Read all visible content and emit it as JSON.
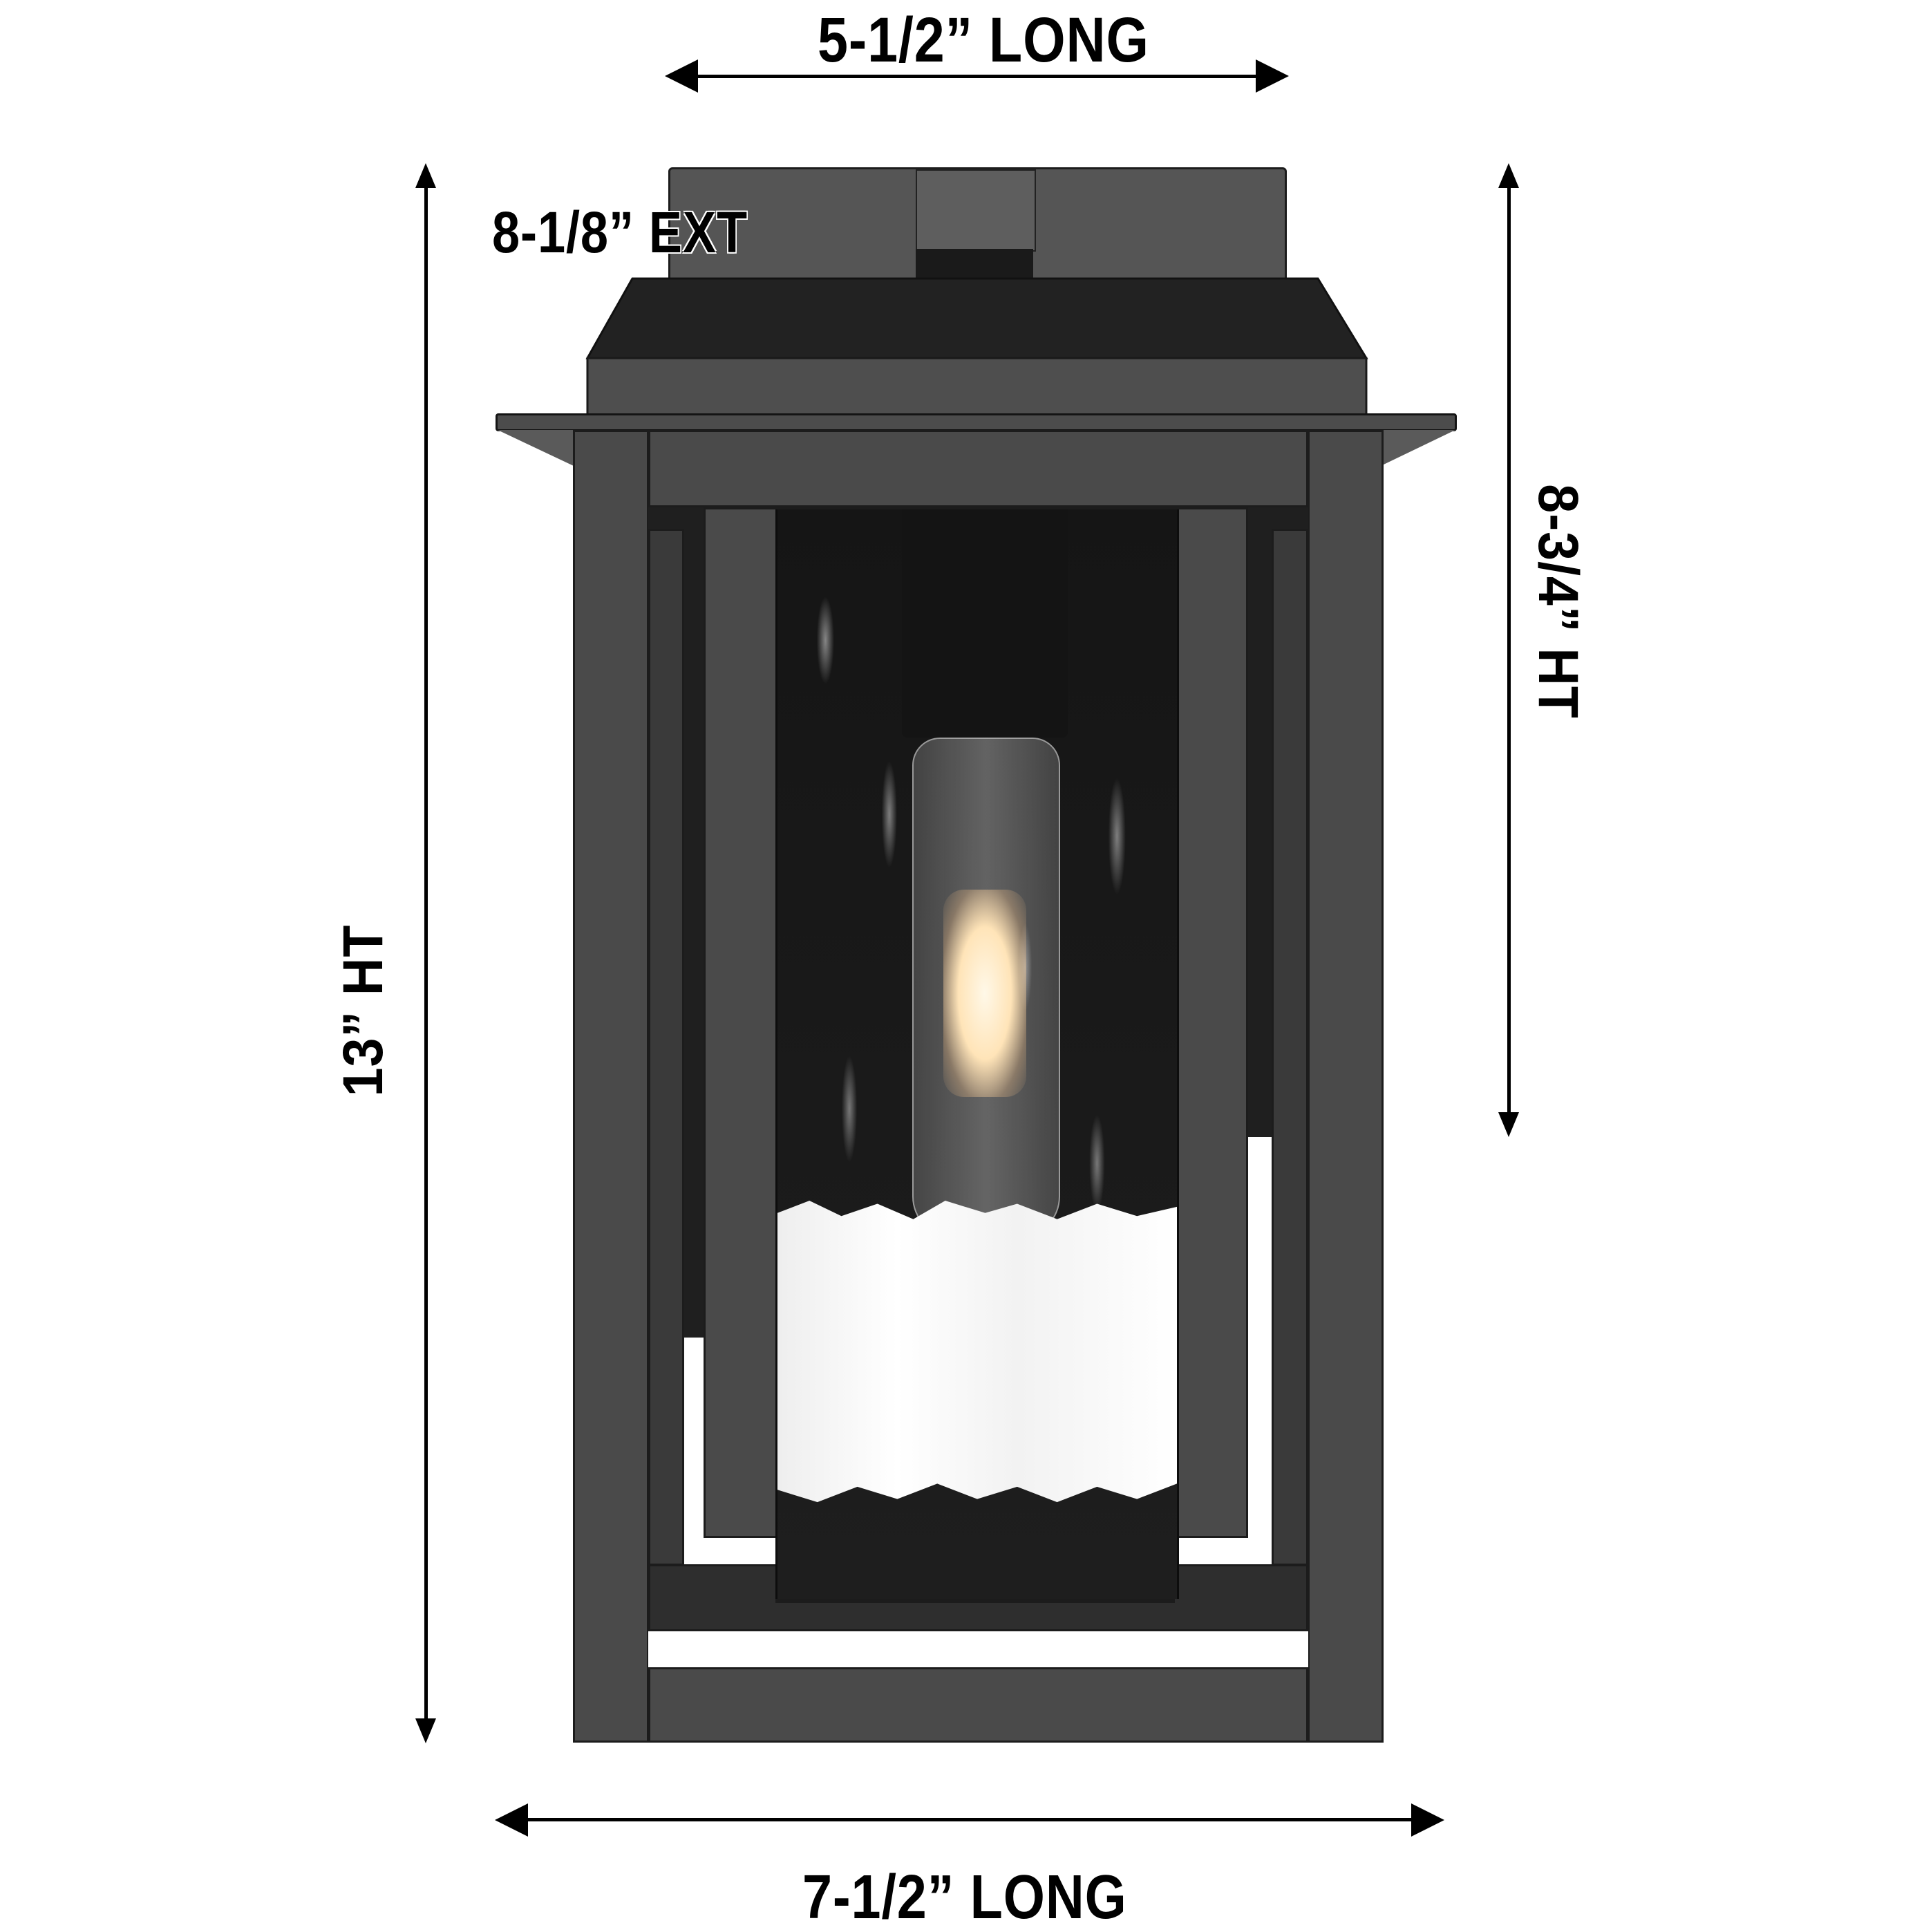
{
  "diagram": {
    "subject": "Outdoor wall lantern dimension drawing",
    "colors": {
      "background": "#ffffff",
      "ink": "#000000",
      "metal": "#4a4a4a",
      "metal_dark": "#1c1c1c",
      "glass": "#1a1a1a",
      "bulb_glow": "#ffe4b8"
    },
    "dimensions": {
      "top_width": {
        "label": "5-1/2” LONG",
        "value": "5-1/2",
        "unit": "in",
        "description": "backplate width"
      },
      "extension": {
        "label": "8-1/8” EXT",
        "value": "8-1/8",
        "unit": "in",
        "description": "extension from wall"
      },
      "overall_height": {
        "label": "13” HT",
        "value": "13",
        "unit": "in",
        "description": "overall height"
      },
      "backplate_height": {
        "label": "8-3/4” HT",
        "value": "8-3/4",
        "unit": "in",
        "description": "backplate height"
      },
      "overall_width": {
        "label": "7-1/2” LONG",
        "value": "7-1/2",
        "unit": "in",
        "description": "overall width"
      }
    }
  }
}
